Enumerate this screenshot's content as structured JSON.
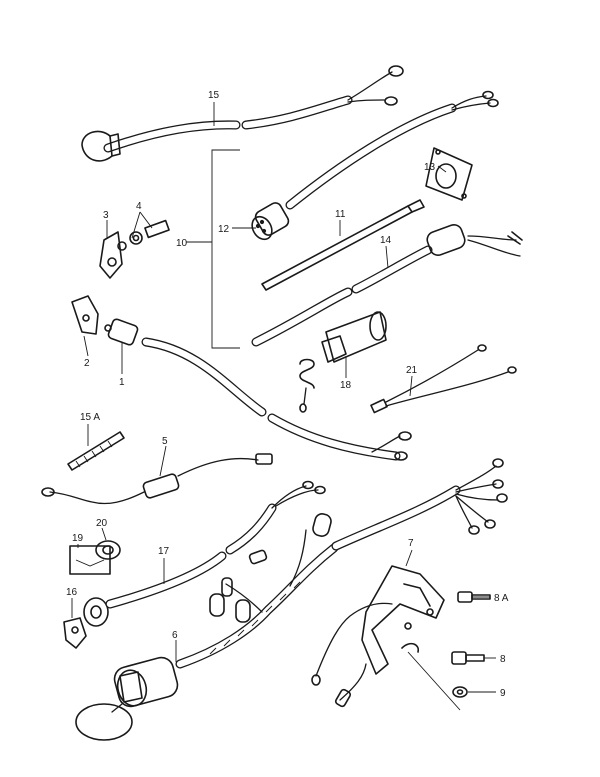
{
  "diagram": {
    "callouts": {
      "c1": "1",
      "c2": "2",
      "c3": "3",
      "c4": "4",
      "c5": "5",
      "c6": "6",
      "c7": "7",
      "c8": "8",
      "c8a": "8 A",
      "c9": "9",
      "c10": "10",
      "c11": "11",
      "c12": "12",
      "c13": "13",
      "c14": "14",
      "c15": "15",
      "c15a": "15 A",
      "c16": "16",
      "c17": "17",
      "c18": "18",
      "c19": "19",
      "c20": "20",
      "c21": "21"
    }
  }
}
